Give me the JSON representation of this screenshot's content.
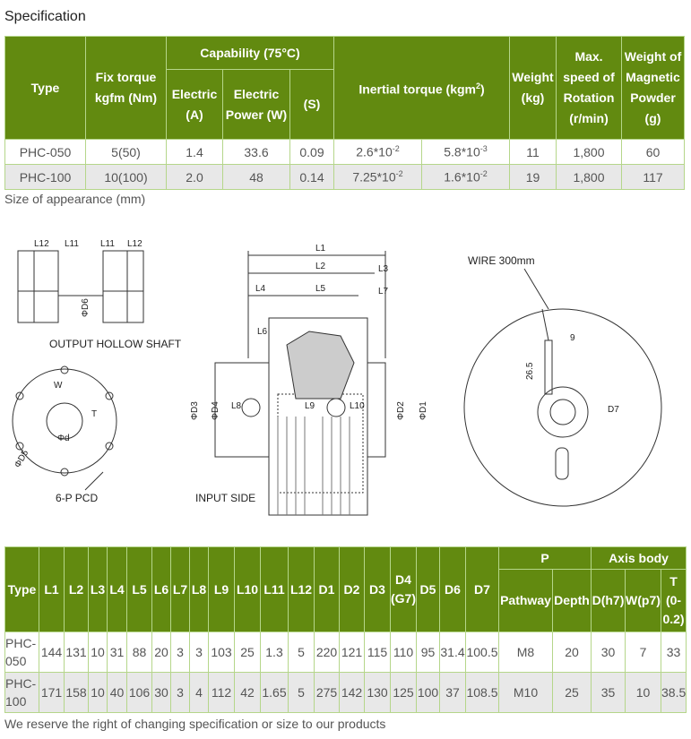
{
  "title": "Specification",
  "spec_table": {
    "headers": {
      "type": "Type",
      "fix_torque": "Fix torque kgfm (Nm)",
      "capability": "Capability (75°C)",
      "electric": "Electric (A)",
      "power": "Electric Power (W)",
      "s": "(S)",
      "inertial": "Inertial torque (kgm",
      "inertial_sup": "2",
      "inertial_close": ")",
      "weight": "Weight (kg)",
      "max_speed": "Max. speed of Rotation (r/min)",
      "powder": "Weight of Magnetic Powder (g)"
    },
    "rows": [
      {
        "type": "PHC-050",
        "fix": "5(50)",
        "a": "1.4",
        "w": "33.6",
        "s": "0.09",
        "i1": "2.6*10",
        "i1e": "-2",
        "i2": "5.8*10",
        "i2e": "-3",
        "kg": "11",
        "rpm": "1,800",
        "g": "60"
      },
      {
        "type": "PHC-100",
        "fix": "10(100)",
        "a": "2.0",
        "w": "48",
        "s": "0.14",
        "i1": "7.25*10",
        "i1e": "-2",
        "i2": "1.6*10",
        "i2e": "-2",
        "kg": "19",
        "rpm": "1,800",
        "g": "117"
      }
    ]
  },
  "size_caption": "Size of appearance (mm)",
  "drawing": {
    "output": "OUTPUT HOLLOW SHAFT",
    "input": "INPUT SIDE",
    "pcd": "6-P PCD",
    "wire": "WIRE 300mm",
    "nine": "9",
    "dim265": "26.5",
    "L1": "L1",
    "L2": "L2",
    "L3": "L3",
    "L4": "L4",
    "L5": "L5",
    "L6": "L6",
    "L7": "L7",
    "L8": "L8",
    "L9": "L9",
    "L10": "L10",
    "L11": "L11",
    "L12": "L12",
    "D1": "ΦD1",
    "D2": "ΦD2",
    "D3": "ΦD3",
    "D4": "ΦD4",
    "D5": "ΦD5",
    "D6": "ΦD6",
    "D7": "D7",
    "d": "Φd",
    "T": "T",
    "W": "W"
  },
  "size_table": {
    "headers": [
      "Type",
      "L1",
      "L2",
      "L3",
      "L4",
      "L5",
      "L6",
      "L7",
      "L8",
      "L9",
      "L10",
      "L11",
      "L12",
      "D1",
      "D2",
      "D3",
      "D4 (G7)",
      "D5",
      "D6",
      "D7"
    ],
    "p": "P",
    "axis": "Axis body",
    "pathway": "Pathway",
    "depth": "Depth",
    "dh7": "D(h7)",
    "wp7": "W(p7)",
    "t": "T (0-0.2)",
    "rows": [
      [
        "PHC-050",
        "144",
        "131",
        "10",
        "31",
        "88",
        "20",
        "3",
        "3",
        "103",
        "25",
        "1.3",
        "5",
        "220",
        "121",
        "115",
        "110",
        "95",
        "31.4",
        "100.5",
        "M8",
        "20",
        "30",
        "7",
        "33"
      ],
      [
        "PHC-100",
        "171",
        "158",
        "10",
        "40",
        "106",
        "30",
        "3",
        "4",
        "112",
        "42",
        "1.65",
        "5",
        "275",
        "142",
        "130",
        "125",
        "100",
        "37",
        "108.5",
        "M10",
        "25",
        "35",
        "10",
        "38.5"
      ]
    ]
  },
  "footer": "We reserve the right of changing specification or size to our products"
}
